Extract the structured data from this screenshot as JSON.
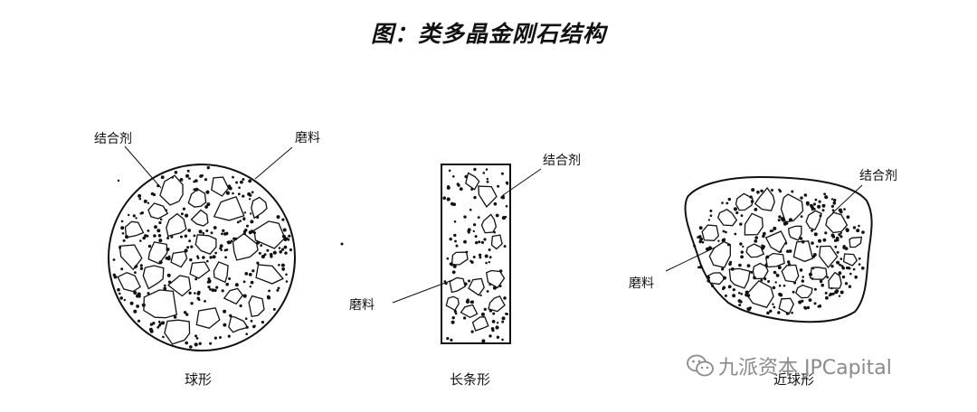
{
  "title": "图：类多晶金刚石结构",
  "figures": [
    {
      "id": "sphere",
      "caption": "球形",
      "labels": [
        "结合剂",
        "磨料"
      ]
    },
    {
      "id": "strip",
      "caption": "长条形",
      "labels": [
        "结合剂",
        "磨料"
      ]
    },
    {
      "id": "near-sphere",
      "caption": "近球形",
      "labels": [
        "结合剂",
        "磨料"
      ]
    }
  ],
  "watermark": {
    "text": "九派资本 JPCapital",
    "icon": "wechat-icon"
  }
}
